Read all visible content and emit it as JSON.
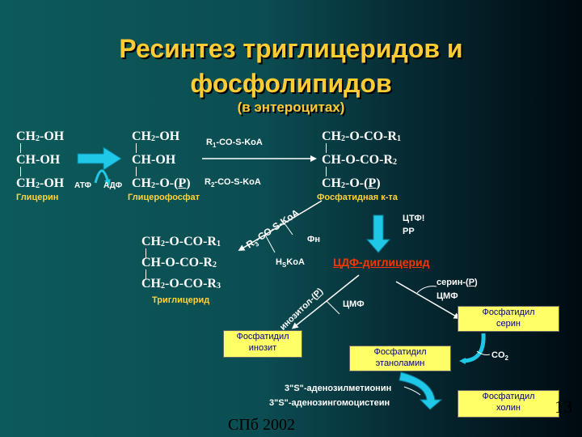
{
  "title": {
    "line1": "Ресинтез триглицеридов и",
    "line2": "фосфолипидов",
    "subtitle": "(в энтероцитах)"
  },
  "glycerol": {
    "line1": "CH",
    "line1_sub": "2",
    "line1_tail": "-OH",
    "line2": "CH-OH",
    "line3": "CH",
    "line3_sub": "2",
    "line3_tail": "-OH",
    "label": "Глицерин"
  },
  "atp_adp": {
    "atp": "АТФ",
    "adp": "АДФ"
  },
  "glycerophosphate": {
    "line1": "CH",
    "line1_sub": "2",
    "line1_tail": "-OH",
    "line2": "CH-OH",
    "line3": "CH",
    "line3_sub": "2",
    "line3_tail": "-O-(",
    "line3_p": "P",
    "line3_close": ")",
    "label": "Глицерофосфат"
  },
  "acyl_coa": {
    "r1_pre": "R",
    "r1_sub": "1",
    "r1_tail": "-CO-S-KoA",
    "r2_pre": "R",
    "r2_sub": "2",
    "r2_tail": "-CO-S-KoA"
  },
  "phosphatidic_acid": {
    "line1": "CH",
    "line1_sub": "2",
    "line1_tail": "-O-CO-R",
    "line1_rsub": "1",
    "line2": "CH-O-CO-R",
    "line2_rsub": "2",
    "line3": "CH",
    "line3_sub": "2",
    "line3_tail": "-O-(",
    "line3_p": "P",
    "line3_close": ")",
    "label": "Фосфатидная к-та"
  },
  "ctp": {
    "line1": "ЦТФ!",
    "line2": "PP"
  },
  "cdp_diglyceride": "ЦДФ-диглицерид",
  "r3_coa": {
    "pre": "R",
    "sub": "3",
    "tail": "-CO-S-KoA"
  },
  "fn": "Фн",
  "hskoa": {
    "pre": "H",
    "sub": "S",
    "tail": "KoA"
  },
  "triglyceride": {
    "line1": "CH",
    "line1_sub": "2",
    "line1_tail": "-O-CO-R",
    "line1_rsub": "1",
    "line2": "CH-O-CO-R",
    "line2_rsub": "2",
    "line3": "CH",
    "line3_sub": "2",
    "line3_tail": "-O-CO-R",
    "line3_rsub": "3",
    "label": "Триглицерид"
  },
  "inositol": {
    "pre": "инозитол-(",
    "p": "P",
    "close": ")"
  },
  "cmp_left": "ЦМФ",
  "serine": {
    "pre": "серин-(",
    "p": "P",
    "close": ")",
    "cmp": "ЦМФ"
  },
  "boxes": {
    "phosphatidylserine": {
      "line1": "Фосфатидил",
      "line2": "серин"
    },
    "phosphatidylinositol": {
      "line1": "Фосфатидил",
      "line2": "инозит"
    },
    "phosphatidylethanolamine": {
      "line1": "Фосфатидил",
      "line2": "этаноламин"
    },
    "phosphatidylcholine": {
      "line1": "Фосфатидил",
      "line2": "холин"
    }
  },
  "co2": {
    "pre": "CO",
    "sub": "2"
  },
  "sam": {
    "line1": "3\"S\"-аденозилметионин",
    "line2": "3\"S\"-аденозингомоцистеин"
  },
  "footer": "СПб 2002",
  "page_number": "13",
  "colors": {
    "title": "#ffcc33",
    "label": "#ffd23c",
    "highlight": "#ff3300",
    "box_fill": "#ffff66",
    "box_text": "#000080",
    "arrow": "#1ec8e6"
  }
}
